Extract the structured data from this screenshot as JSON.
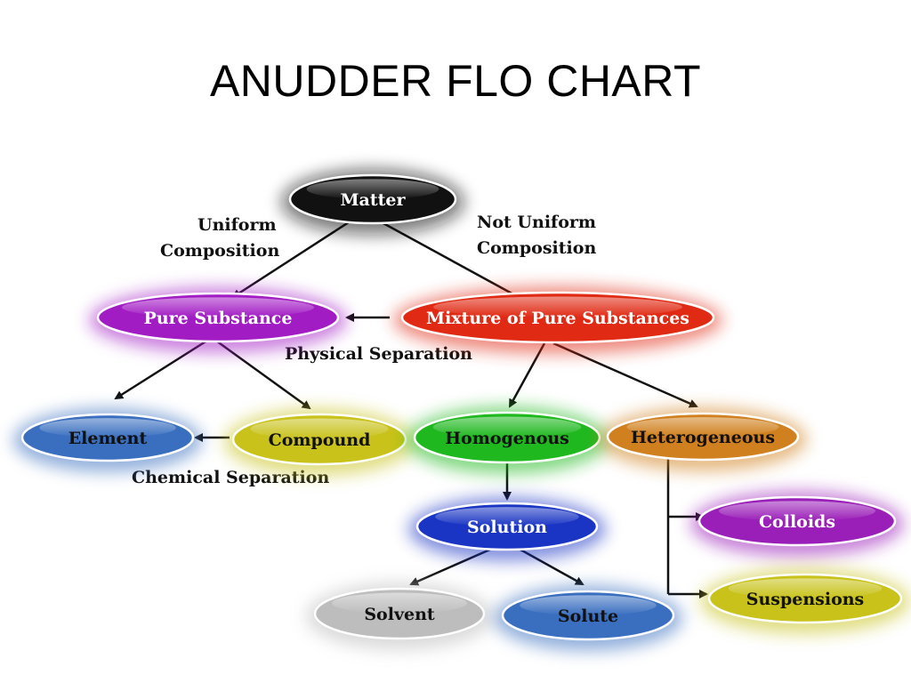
{
  "title": "ANUDDER FLO CHART",
  "nodes": {
    "matter": {
      "label": "Matter",
      "color": "#111111",
      "text_color": "#ffffff"
    },
    "pure_substance": {
      "label": "Pure Substance",
      "color": "#a21cc4",
      "text_color": "#ffffff"
    },
    "mixture": {
      "label": "Mixture of Pure Substances",
      "color": "#e02a14",
      "text_color": "#ffffff"
    },
    "element": {
      "label": "Element",
      "color": "#3a6fc0",
      "text_color": "#111111"
    },
    "compound": {
      "label": "Compound",
      "color": "#c8c21a",
      "text_color": "#111111"
    },
    "homogenous": {
      "label": "Homogenous",
      "color": "#1fb81f",
      "text_color": "#111111"
    },
    "heterogeneous": {
      "label": "Heterogeneous",
      "color": "#d0801e",
      "text_color": "#111111"
    },
    "solution": {
      "label": "Solution",
      "color": "#1a35c4",
      "text_color": "#ffffff"
    },
    "colloids": {
      "label": "Colloids",
      "color": "#9a1fb8",
      "text_color": "#ffffff"
    },
    "suspensions": {
      "label": "Suspensions",
      "color": "#c8c21a",
      "text_color": "#111111"
    },
    "solvent": {
      "label": "Solvent",
      "color": "#bdbdbd",
      "text_color": "#111111"
    },
    "solute": {
      "label": "Solute",
      "color": "#3a6fc0",
      "text_color": "#111111"
    }
  },
  "edge_labels": {
    "uniform_line1": "Uniform",
    "uniform_line2": "Composition",
    "not_uniform_line1": "Not Uniform",
    "not_uniform_line2": "Composition",
    "physical_separation": "Physical Separation",
    "chemical_separation": "Chemical Separation"
  }
}
